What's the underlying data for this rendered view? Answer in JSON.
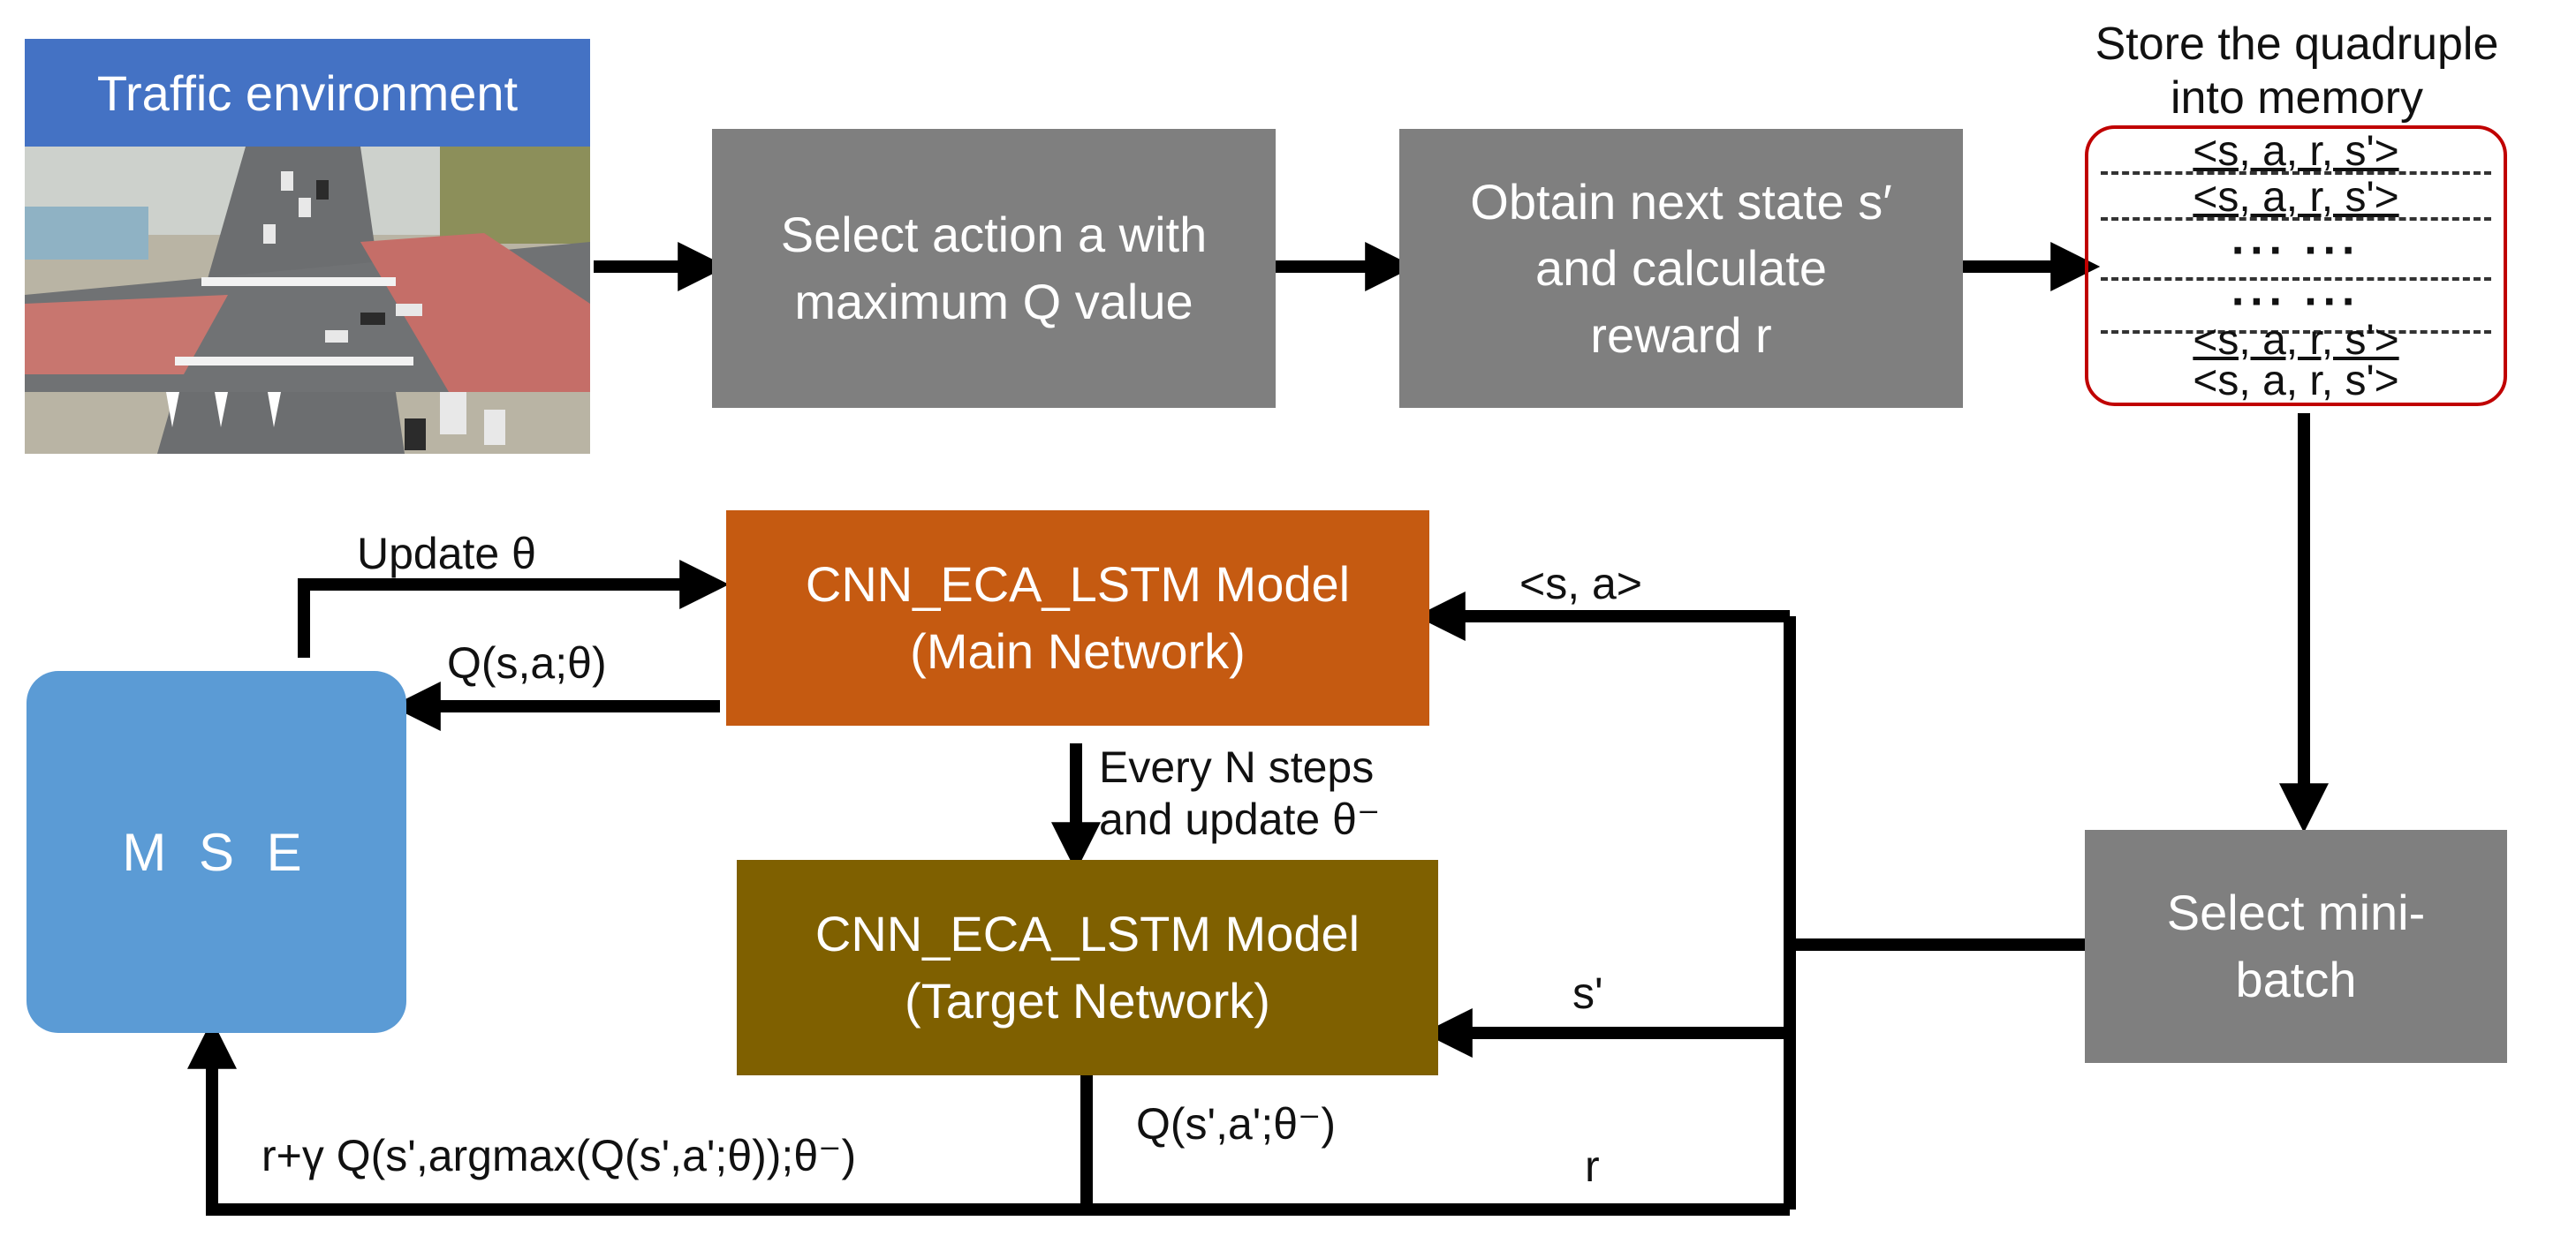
{
  "environment": {
    "title": "Traffic environment"
  },
  "steps": {
    "select_action": "Select action a with\nmaximum Q value",
    "obtain_state": "Obtain next state s′\nand calculate\nreward r",
    "store_caption": "Store the quadruple\ninto memory",
    "minibatch": "Select mini-\nbatch"
  },
  "memory": {
    "rows": [
      "<s, a, r, s'>",
      "<s, a, r, s'>",
      "··· ···",
      "··· ···",
      "<s, a, r, s'>",
      "<s, a, r, s'>"
    ]
  },
  "networks": {
    "main": "CNN_ECA_LSTM Model\n(Main Network)",
    "target": "CNN_ECA_LSTM Model\n(Target Network)"
  },
  "loss": {
    "label": "M S E"
  },
  "edges": {
    "update_theta": "Update θ",
    "q_main": "Q(s,a;θ)",
    "sa": "<s, a>",
    "every_n": "Every N steps\nand update θ⁻",
    "s_prime": "s'",
    "q_target": "Q(s',a';θ⁻)",
    "target_value": "r+γ Q(s',argmax(Q(s',a';θ));θ⁻)",
    "r": "r"
  },
  "colors": {
    "process": "#7f7f7f",
    "main_network": "#c55a11",
    "target_network": "#7f6000",
    "loss": "#5b9bd5",
    "env_title": "#4472c4",
    "memory_border": "#c00000"
  }
}
